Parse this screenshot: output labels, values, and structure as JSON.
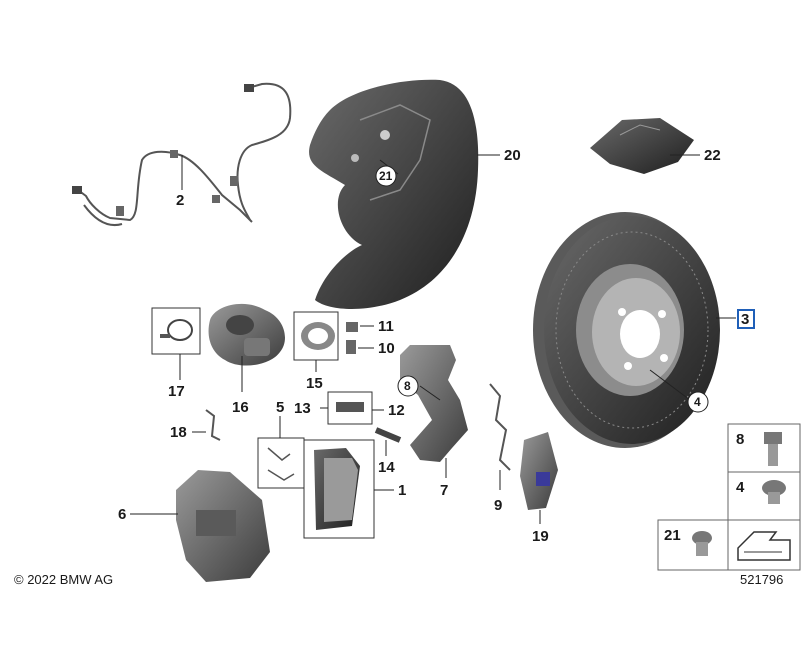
{
  "diagram": {
    "parts": [
      {
        "id": "p1",
        "number": "1"
      },
      {
        "id": "p2",
        "number": "2"
      },
      {
        "id": "p3",
        "number": "3"
      },
      {
        "id": "p4",
        "number": "4"
      },
      {
        "id": "p5",
        "number": "5"
      },
      {
        "id": "p6",
        "number": "6"
      },
      {
        "id": "p7",
        "number": "7"
      },
      {
        "id": "p8",
        "number": "8"
      },
      {
        "id": "p9",
        "number": "9"
      },
      {
        "id": "p10",
        "number": "10"
      },
      {
        "id": "p11",
        "number": "11"
      },
      {
        "id": "p12",
        "number": "12"
      },
      {
        "id": "p13",
        "number": "13"
      },
      {
        "id": "p14",
        "number": "14"
      },
      {
        "id": "p15",
        "number": "15"
      },
      {
        "id": "p16",
        "number": "16"
      },
      {
        "id": "p17",
        "number": "17"
      },
      {
        "id": "p18",
        "number": "18"
      },
      {
        "id": "p19",
        "number": "19"
      },
      {
        "id": "p20",
        "number": "20"
      },
      {
        "id": "p21",
        "number": "21"
      },
      {
        "id": "p22",
        "number": "22"
      }
    ],
    "callouts": {
      "c21": "21",
      "c8": "8",
      "c4": "4"
    },
    "legend": {
      "row1": "8",
      "row2": "4",
      "row3": "21"
    },
    "highlight_color": "#1f5fb8"
  },
  "footer": {
    "copyright": "© 2022 BMW AG",
    "drawing_number": "521796"
  }
}
